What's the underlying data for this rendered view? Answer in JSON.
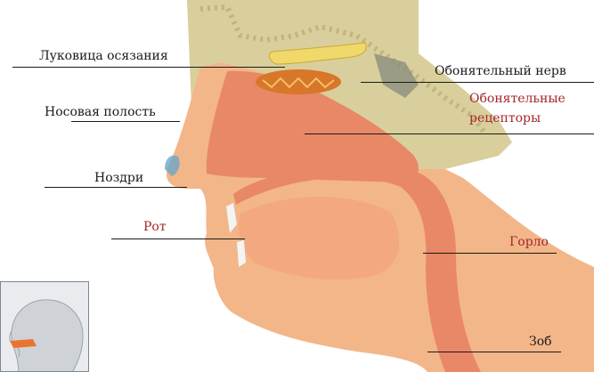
{
  "labels": {
    "olfactory_bulb": "Луковица осязания",
    "nasal_cavity": "Носовая полость",
    "nostrils": "Ноздри",
    "mouth": "Рот",
    "olfactory_nerve": "Обонятельный нерв",
    "receptors_line1": "Обонятельные",
    "receptors_line2": "рецепторы",
    "throat": "Горло",
    "goiter": "Зоб"
  },
  "colors": {
    "dark_label": "#1a1a1a",
    "red_label": "#a4272a",
    "skin": "#f2b689",
    "tissue": "#e98866",
    "bone": "#d9cf9c",
    "receptors": "#d8762a",
    "bulb": "#f0d86a"
  },
  "inset_icon": "head-profile-nose-highlight"
}
